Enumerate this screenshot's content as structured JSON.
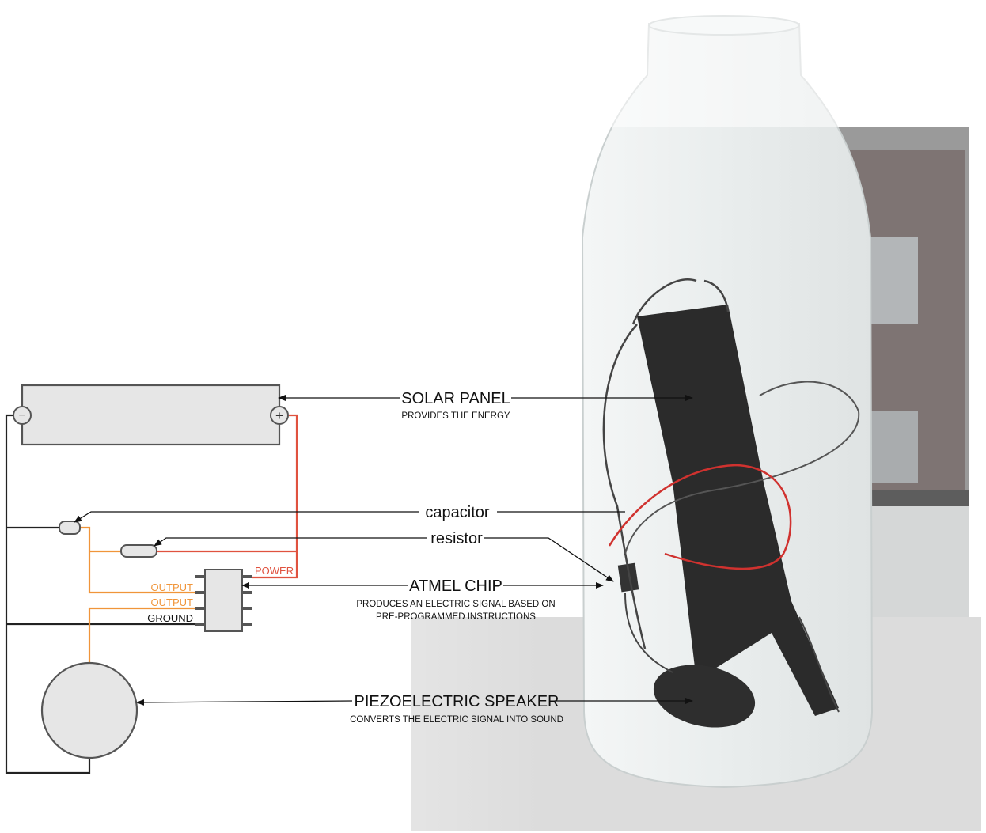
{
  "labels": {
    "solar_panel": {
      "title": "SOLAR PANEL",
      "subtitle": "PROVIDES THE ENERGY"
    },
    "capacitor": {
      "title": "capacitor"
    },
    "resistor": {
      "title": "resistor"
    },
    "atmel_chip": {
      "title": "ATMEL CHIP",
      "subtitle_line1": "PRODUCES AN ELECTRIC SIGNAL BASED ON",
      "subtitle_line2": "PRE-PROGRAMMED INSTRUCTIONS"
    },
    "speaker": {
      "title": "PIEZOELECTRIC SPEAKER",
      "subtitle": "CONVERTS THE ELECTRIC SIGNAL INTO SOUND"
    }
  },
  "pins": {
    "power": "POWER",
    "output1": "OUTPUT",
    "output2": "OUTPUT",
    "ground": "GROUND"
  },
  "terminals": {
    "negative": "−",
    "positive": "+"
  },
  "colors": {
    "power_wire": "#e0523f",
    "output_wire": "#f0953a",
    "ground_wire": "#222222",
    "component_fill": "#e6e6e6",
    "component_stroke": "#555555"
  }
}
